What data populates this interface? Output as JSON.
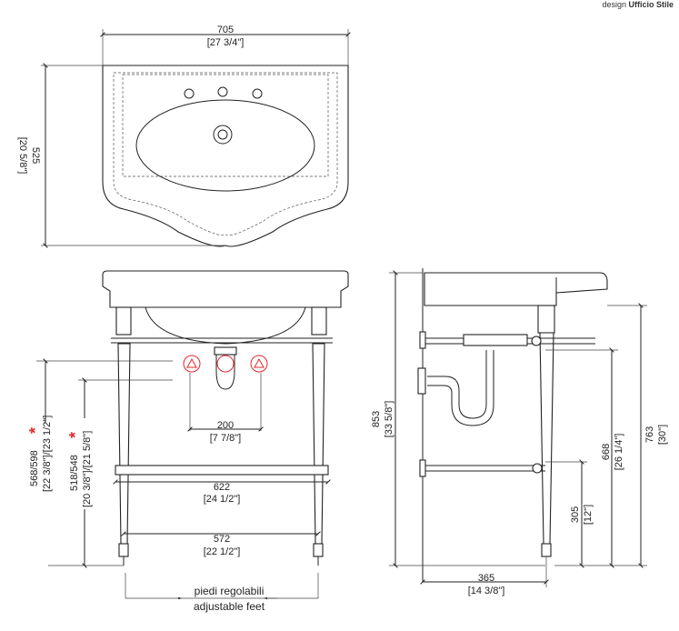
{
  "credit": {
    "prefix": "design",
    "brand": "Ufficio Stile"
  },
  "top_view": {
    "width_mm": "705",
    "width_in": "[27 3/4\"]",
    "depth_mm": "525",
    "depth_in": "[20 5/8\"]"
  },
  "front_view": {
    "height_a_mm": "568/598",
    "height_a_in": "[22 3/8\"]/[23 1/2\"]",
    "height_b_mm": "518/548",
    "height_b_in": "[20 3/8\"]/[21 5/8\"]",
    "adjustable_marker": "*",
    "pipe_spacing_mm": "200",
    "pipe_spacing_in": "[7 7/8\"]",
    "frame_width_mm": "622",
    "frame_width_in": "[24 1/2\"]",
    "leg_spacing_mm": "572",
    "leg_spacing_in": "[22 1/2\"]",
    "feet_label_it": "piedi regolabili",
    "feet_label_en": "adjustable feet"
  },
  "side_view": {
    "total_height_mm": "853",
    "total_height_in": "[33 5/8\"]",
    "rim_height_mm": "763",
    "rim_height_in": "[30\"]",
    "bar_height_mm": "668",
    "bar_height_in": "[26 1/4\"]",
    "shelf_height_mm": "305",
    "shelf_height_in": "[12\"]",
    "depth_mm": "365",
    "depth_in": "[14 3/8\"]"
  },
  "colors": {
    "marker": "#e0282e",
    "line": "#222222"
  }
}
